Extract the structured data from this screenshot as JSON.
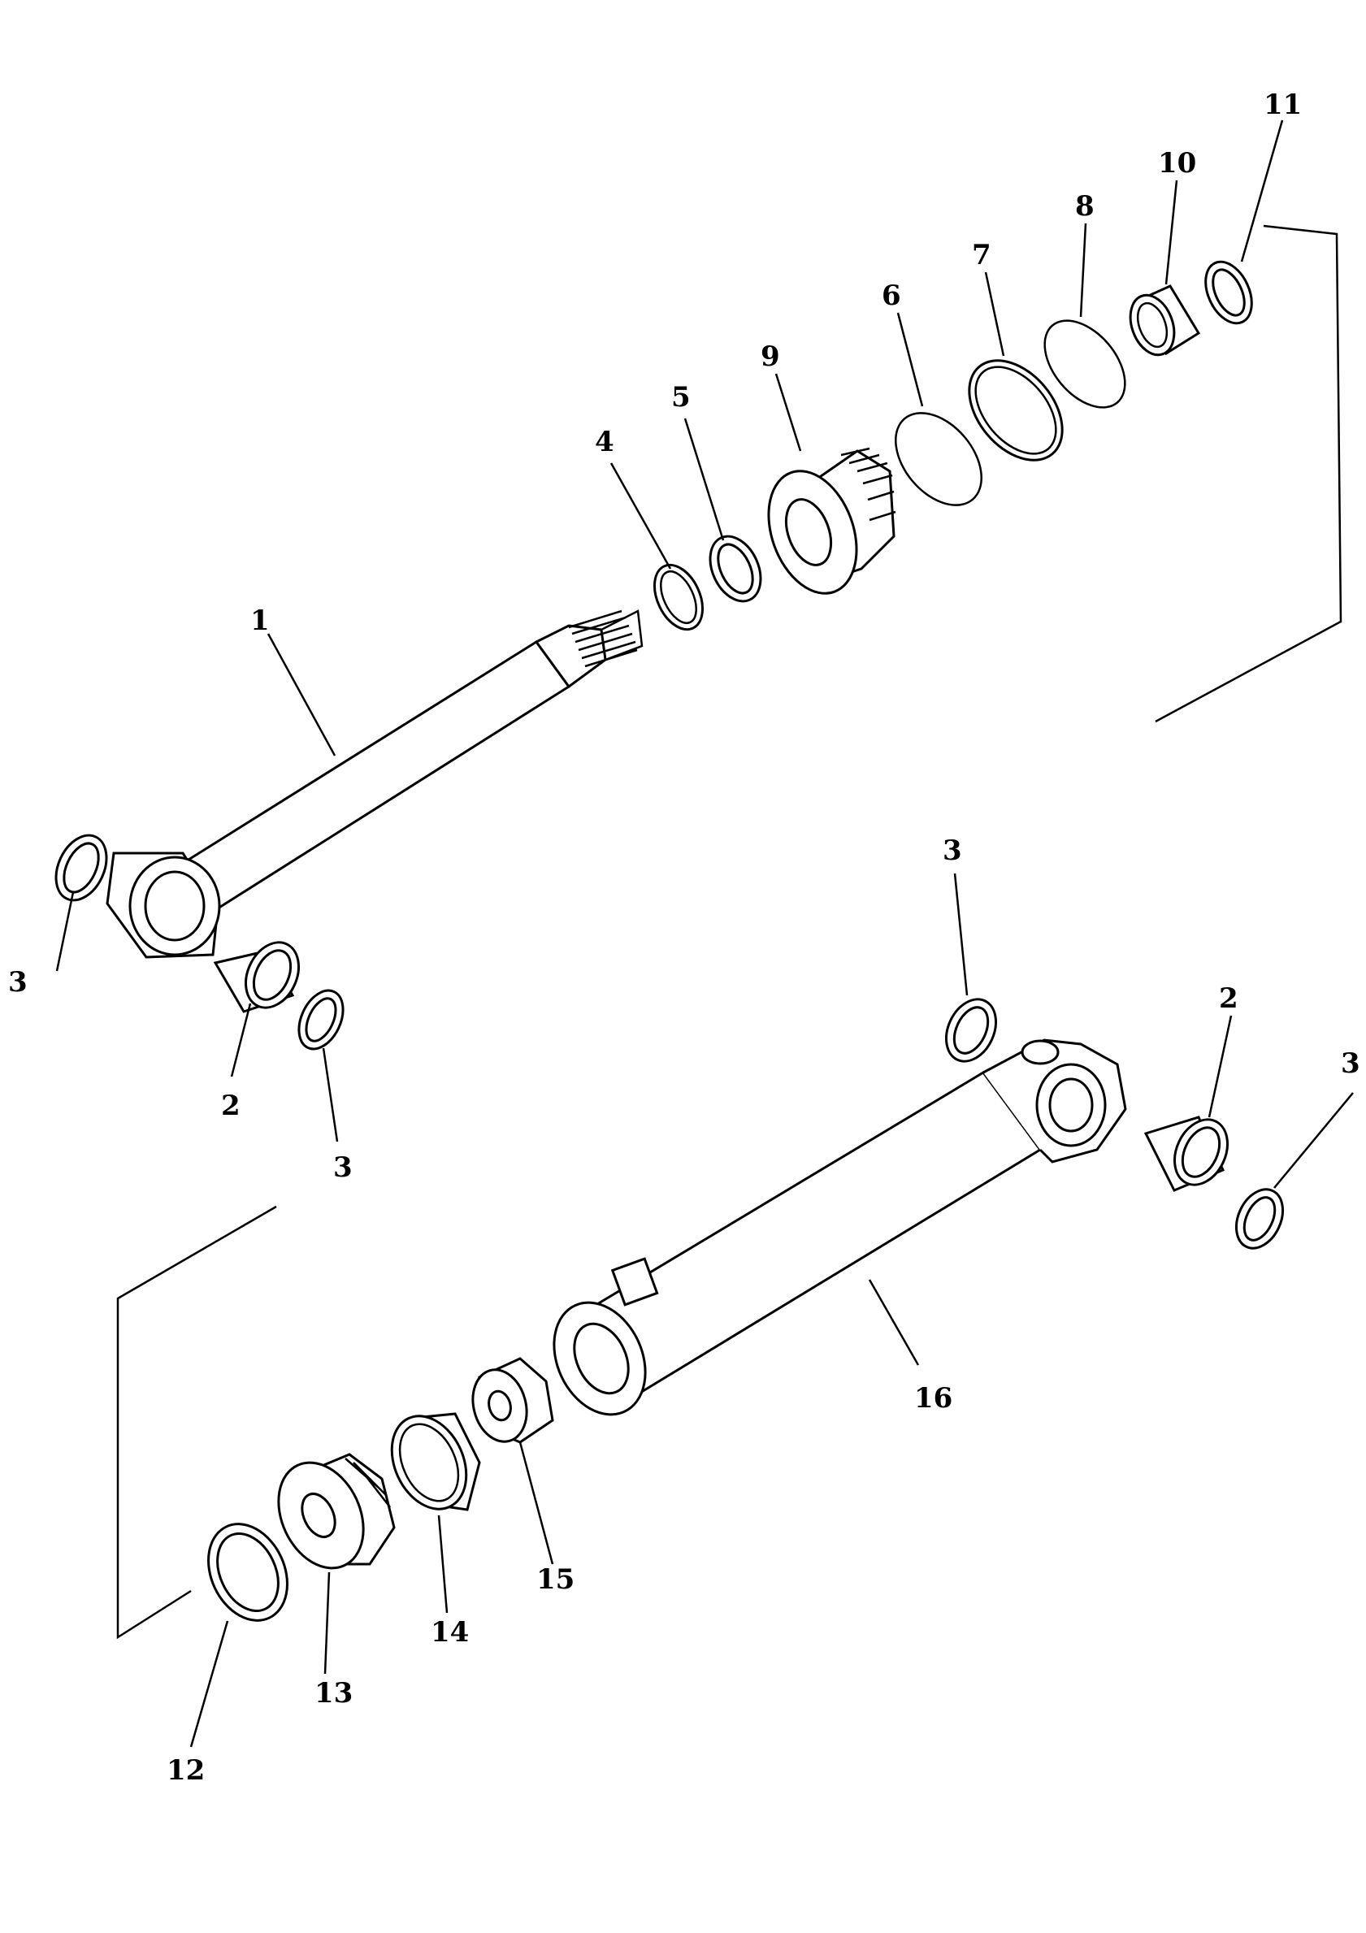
{
  "diagram": {
    "parts": [
      {
        "id": "rod",
        "callout": "1"
      },
      {
        "id": "bushing",
        "callout": "2"
      },
      {
        "id": "seal",
        "callout": "3"
      },
      {
        "id": "ring-4",
        "callout": "4"
      },
      {
        "id": "ring-5",
        "callout": "5"
      },
      {
        "id": "o-ring-6",
        "callout": "6"
      },
      {
        "id": "ring-7",
        "callout": "7"
      },
      {
        "id": "o-ring-8",
        "callout": "8"
      },
      {
        "id": "gland",
        "callout": "9"
      },
      {
        "id": "packing-10",
        "callout": "10"
      },
      {
        "id": "wiper-11",
        "callout": "11"
      },
      {
        "id": "ring-12",
        "callout": "12"
      },
      {
        "id": "piston",
        "callout": "13"
      },
      {
        "id": "wear-ring-14",
        "callout": "14"
      },
      {
        "id": "nut",
        "callout": "15"
      },
      {
        "id": "cylinder",
        "callout": "16"
      }
    ]
  },
  "colors": {
    "ink": "#000000",
    "paper": "#ffffff"
  }
}
